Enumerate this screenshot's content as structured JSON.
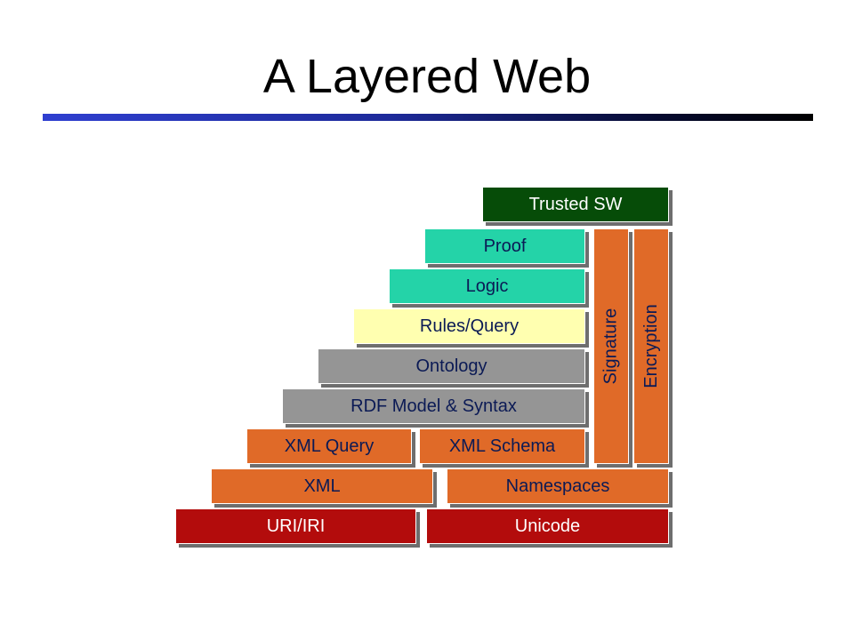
{
  "slide": {
    "title": "A Layered Web"
  },
  "diagram": {
    "layers": {
      "uri_iri": "URI/IRI",
      "unicode": "Unicode",
      "xml": "XML",
      "namespaces": "Namespaces",
      "xml_query": "XML Query",
      "xml_schema": "XML Schema",
      "rdf": "RDF Model & Syntax",
      "ontology": "Ontology",
      "rules_query": "Rules/Query",
      "logic": "Logic",
      "proof": "Proof",
      "trusted_sw": "Trusted SW",
      "signature": "Signature",
      "encryption": "Encryption"
    },
    "colors": {
      "orange": "#e06a28",
      "red": "#b30c0c",
      "gray": "#959595",
      "yellow": "#ffffb0",
      "teal": "#24d3a8",
      "dark_green": "#064c08",
      "label_navy": "#0b1a55",
      "title_rule_blue": "#2f3fd0"
    }
  }
}
